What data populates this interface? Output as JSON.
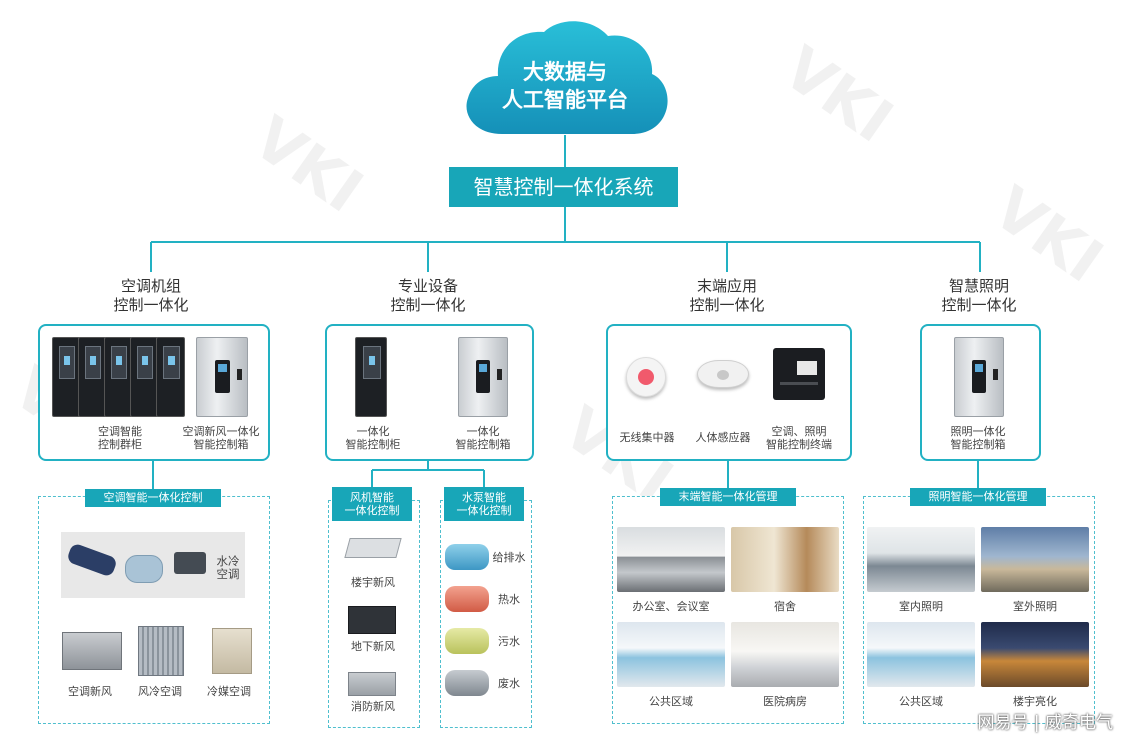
{
  "cloud": {
    "line1": "大数据与",
    "line2": "人工智能平台"
  },
  "system": {
    "title": "智慧控制一体化系统"
  },
  "categories": [
    {
      "line1": "空调机组",
      "line2": "控制一体化"
    },
    {
      "line1": "专业设备",
      "line2": "控制一体化"
    },
    {
      "line1": "末端应用",
      "line2": "控制一体化"
    },
    {
      "line1": "智慧照明",
      "line2": "控制一体化"
    }
  ],
  "devices": {
    "ac_group_cabinet": {
      "line1": "空调智能",
      "line2": "控制群柜"
    },
    "ac_fresh_box": {
      "line1": "空调新风一体化",
      "line2": "智能控制箱"
    },
    "special_cabinet": {
      "line1": "一体化",
      "line2": "智能控制柜"
    },
    "special_box": {
      "line1": "一体化",
      "line2": "智能控制箱"
    },
    "wireless": "无线集中器",
    "sensor": "人体感应器",
    "terminal": {
      "line1": "空调、照明",
      "line2": "智能控制终端"
    },
    "lighting_box": {
      "line1": "照明一体化",
      "line2": "智能控制箱"
    }
  },
  "sub_ac": {
    "tag": "空调智能一体化控制",
    "water_cooled": {
      "line1": "水冷",
      "line2": "空调"
    },
    "items": [
      "空调新风",
      "风冷空调",
      "冷媒空调"
    ]
  },
  "sub_fan": {
    "tag": {
      "line1": "风机智能",
      "line2": "一体化控制"
    },
    "items": [
      "楼宇新风",
      "地下新风",
      "消防新风"
    ]
  },
  "sub_pump": {
    "tag": {
      "line1": "水泵智能",
      "line2": "一体化控制"
    },
    "items": [
      "给排水",
      "热水",
      "污水",
      "废水"
    ]
  },
  "sub_terminal": {
    "tag": "末端智能一体化管理",
    "items": [
      "办公室、会议室",
      "宿舍",
      "公共区域",
      "医院病房"
    ]
  },
  "sub_lighting": {
    "tag": "照明智能一体化管理",
    "items": [
      "室内照明",
      "室外照明",
      "公共区域",
      "楼宇亮化"
    ]
  },
  "footer": "网易号 | 威奇电气",
  "watermark": "VKI",
  "colors": {
    "teal": "#18a6b8",
    "line": "#22b1c3"
  }
}
